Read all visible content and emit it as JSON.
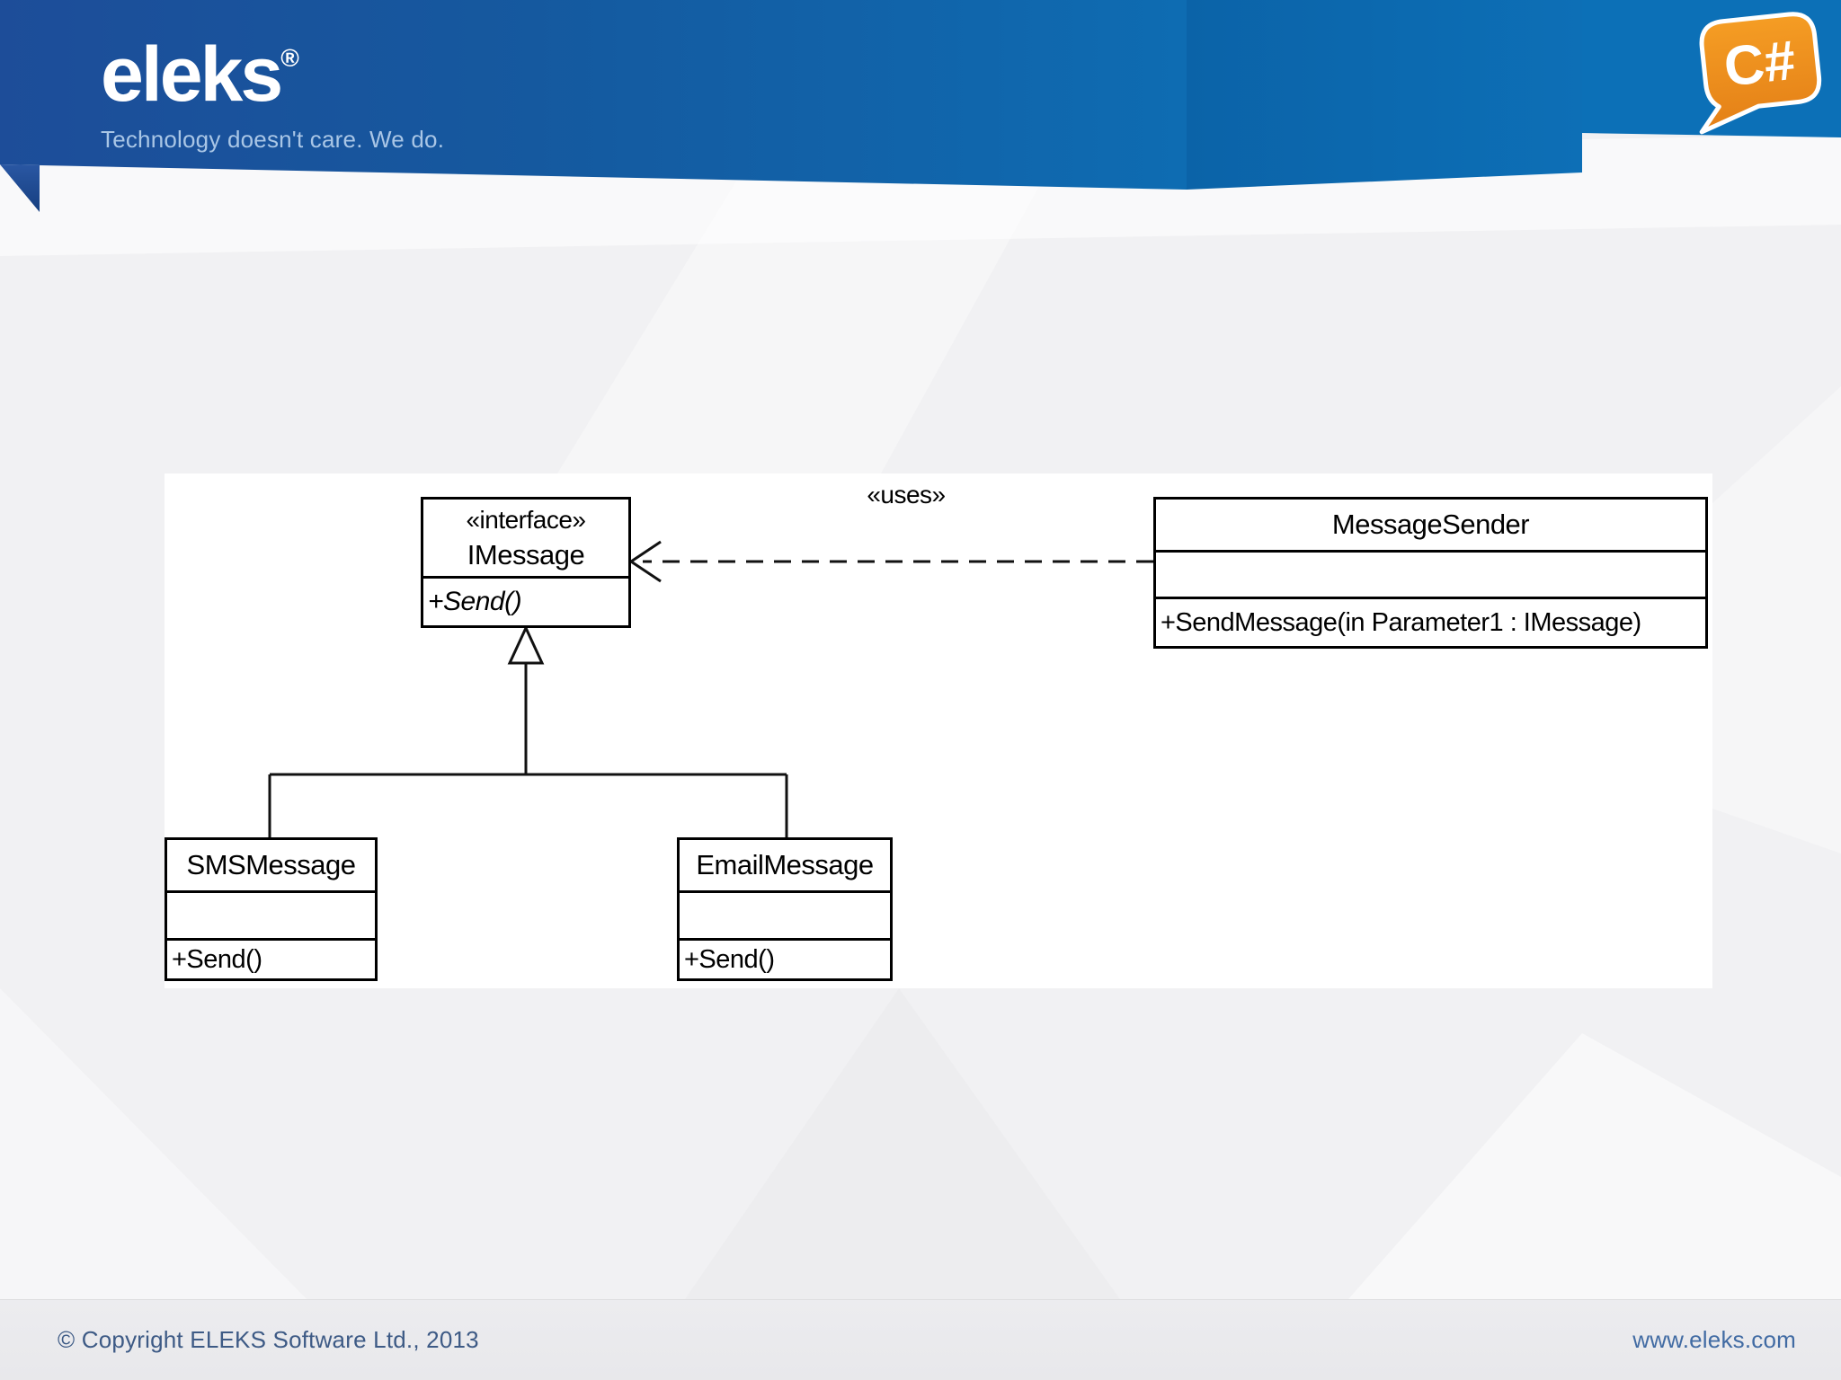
{
  "header": {
    "logo_text": "eleks",
    "logo_registered_mark": "®",
    "tagline": "Technology doesn't care. We do.",
    "csharp_badge": "C#"
  },
  "diagram": {
    "uses_label": "«uses»",
    "imessage": {
      "stereotype": "«interface»",
      "name": "IMessage",
      "methods": [
        "+Send()"
      ]
    },
    "message_sender": {
      "name": "MessageSender",
      "methods": [
        "+SendMessage(in Parameter1 : IMessage)"
      ]
    },
    "sms_message": {
      "name": "SMSMessage",
      "methods": [
        "+Send()"
      ]
    },
    "email_message": {
      "name": "EmailMessage",
      "methods": [
        "+Send()"
      ]
    }
  },
  "footer": {
    "copyright": "© Copyright ELEKS Software Ltd., 2013",
    "website": "www.eleks.com"
  },
  "colors": {
    "header_blue_dark": "#1d4d99",
    "header_blue_mid": "#0e6cb2",
    "header_blue_bright": "#0c70b7",
    "header_fold_dark": "#1c488e",
    "csharp_orange": "#ee8c1d",
    "panel_white": "#ffffff",
    "diagram_line_black": "#111111",
    "background_gray": "#f1f1f3",
    "footer_text_blue": "#3d5a85",
    "website_text_blue": "#416ba3"
  }
}
